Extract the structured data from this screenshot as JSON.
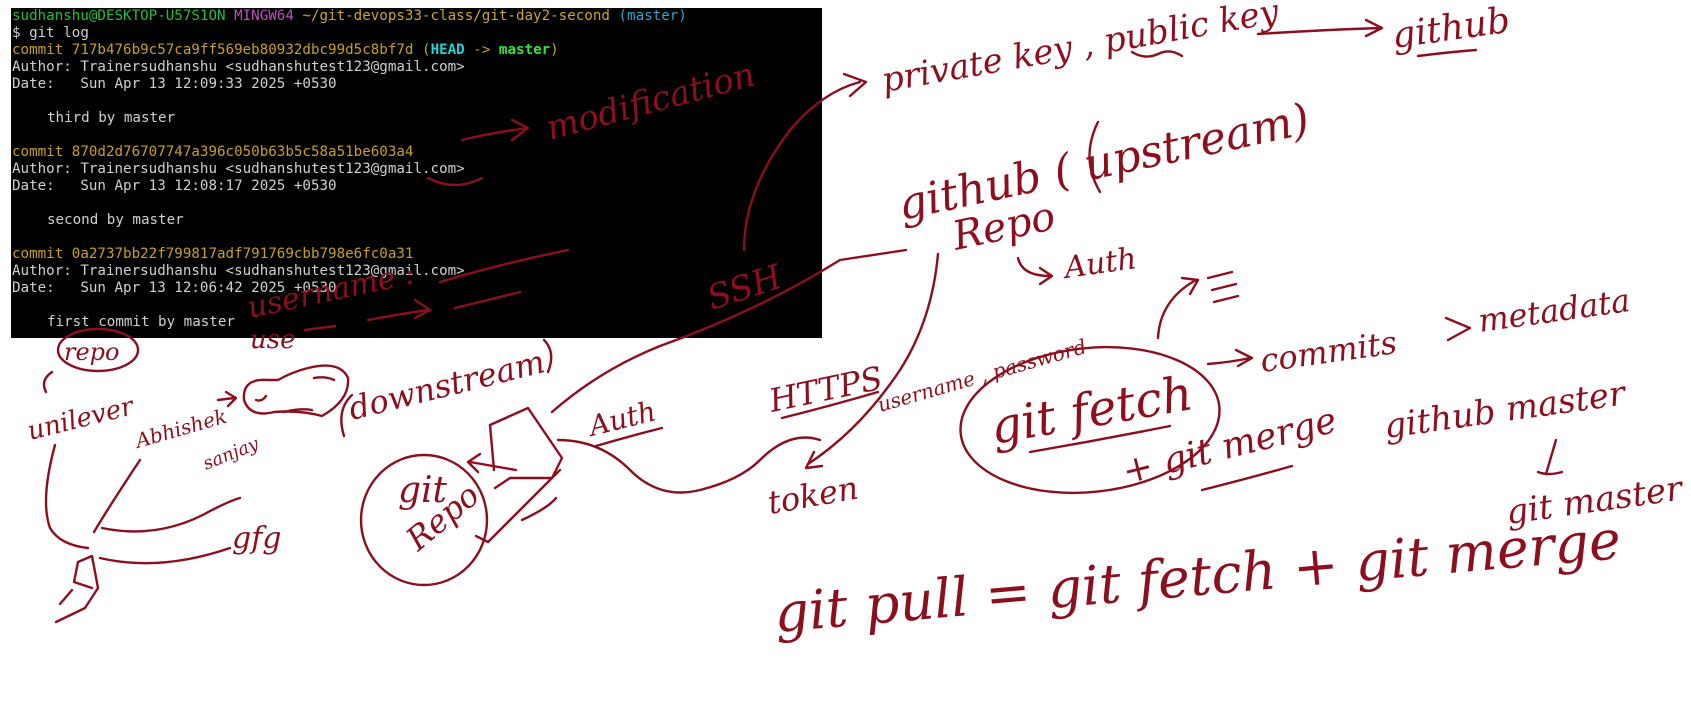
{
  "terminal": {
    "prompt": {
      "user_host": "sudhanshu@DESKTOP-U57S1ON",
      "system": "MINGW64",
      "path": "~/git-devops33-class/git-day2-second",
      "branch": "(master)"
    },
    "command": "$ git log",
    "commits": [
      {
        "hash": "commit 717b476b9c57ca9ff569eb80932dbc99d5c8bf7d",
        "refs": {
          "open": "(",
          "head": "HEAD",
          "arrow": " -> ",
          "branch": "master",
          "close": ")"
        },
        "author": "Author: Trainersudhanshu <sudhanshutest123@gmail.com>",
        "date": "Date:   Sun Apr 13 12:09:33 2025 +0530",
        "message": "third by master"
      },
      {
        "hash": "commit 870d2d76707747a396c050b63b5c58a51be603a4",
        "author": "Author: Trainersudhanshu <sudhanshutest123@gmail.com>",
        "date": "Date:   Sun Apr 13 12:08:17 2025 +0530",
        "message": "second by master"
      },
      {
        "hash": "commit 0a2737bb22f799817adf791769cbb798e6fc0a31",
        "author": "Author: Trainersudhanshu <sudhanshutest123@gmail.com>",
        "date": "Date:   Sun Apr 13 12:06:42 2025 +0530",
        "message": "first commit by master"
      }
    ]
  },
  "annotations": {
    "modification": "modification",
    "username": "username : ",
    "use": "use",
    "repo_small": "repo",
    "unilever": "unilever",
    "abhishek": "Abhishek",
    "sanjay": "sanjay",
    "downstream": "downstream",
    "git_repo_1": "git",
    "git_repo_2": "Repo",
    "gfg": "gfg",
    "auth_low": "Auth",
    "ssh": "SSH",
    "private_public": "private key , public key",
    "github_top": "github",
    "github_upstream": "github ( upstream)",
    "repo_big": "Repo",
    "auth_arrow": "Auth",
    "username_password": "username , password",
    "https": "HTTPS",
    "token": "token",
    "git_fetch": "git fetch",
    "commits": "commits",
    "metadata": "metadata",
    "git_merge": "+ git merge",
    "github_master": "github master",
    "git_master": "git master",
    "git_pull_formula": "git pull = git fetch + git merge"
  },
  "ink_color": "#8b0f1e"
}
